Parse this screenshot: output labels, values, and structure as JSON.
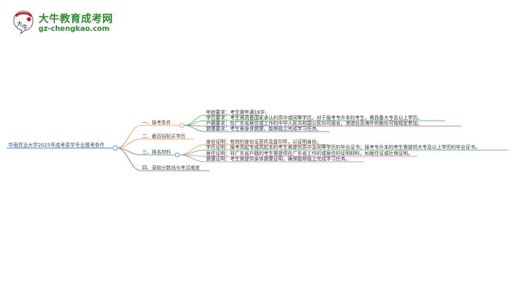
{
  "logo": {
    "name": "大牛教育成考网",
    "url": "gz-chengkao.com",
    "mark_text": "大牛"
  },
  "mindmap": {
    "root": "华南农业大学2025年成考茶学专业报考条件",
    "colors": {
      "root_line": "#5b9bd5",
      "orange": "#f4a460",
      "green": "#6abf69",
      "purple": "#9b7fd4",
      "blue": "#5b9bd5",
      "pink": "#e88ad8",
      "gray": "#aaaaaa",
      "brown": "#b08070"
    },
    "branches": [
      {
        "label": "一、报考条件",
        "children": [
          {
            "label": "年龄要求：考生需年满18岁。"
          },
          {
            "label": "学历要求：考生需具备国家承认的高中或同等学历。对于报考专升本的考生，需具备大专及以上学历。"
          },
          {
            "label": "户籍要求：在广东省居住或工作的中华人民共和国公民均可报名，港澳台及海外侨胞也可按规定参加。"
          },
          {
            "label": "健康要求：考生需身体健康，能够独立完成学习任务。"
          }
        ]
      },
      {
        "label": "二、截百招贴买学历",
        "children": []
      },
      {
        "label": "三、报名材料",
        "children": [
          {
            "label": "身份证明：有效的身份证原件及复印件，以证明身份。"
          },
          {
            "label": "学历证明：报考高起专或高起本的考生需提供高中及同等学历的毕业证书；报考专升本的考生需提供大专及以上学历的毕业证书。"
          },
          {
            "label": "居住证明：非广东省户籍的考生需提供在广东省工作的或居住的证明材料，如居住证或社保证明。"
          },
          {
            "label": "健康证明：考生需提供身体健康证明，确保能够独立完成学习任务。"
          }
        ]
      },
      {
        "label": "四、录取分数线与考试难度",
        "children": []
      }
    ]
  }
}
